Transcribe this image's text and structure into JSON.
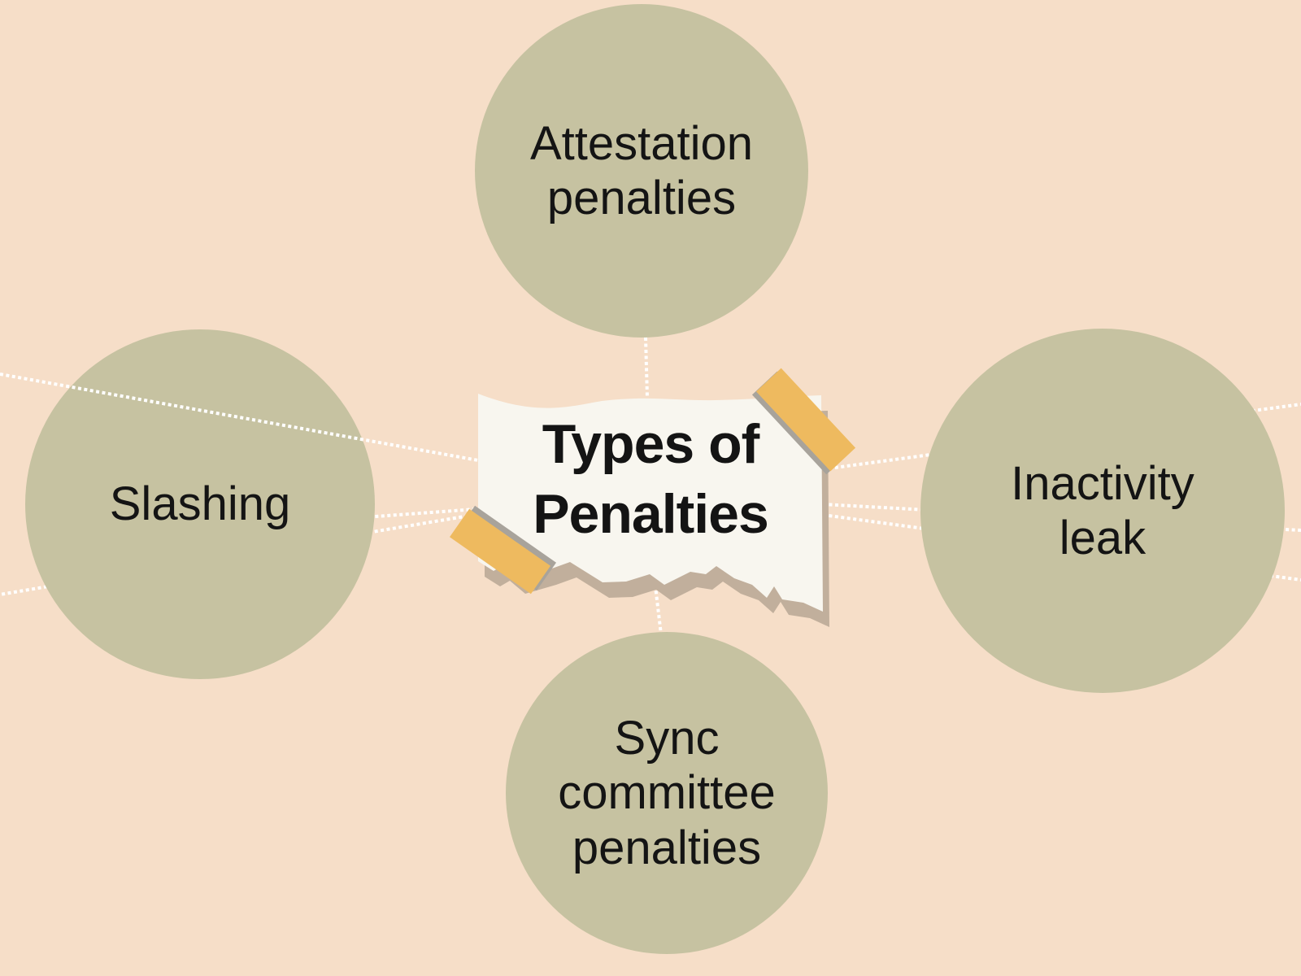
{
  "title": "Types of\nPenalties",
  "nodes": {
    "top": {
      "label": "Attestation\npenalties"
    },
    "left": {
      "label": "Slashing"
    },
    "right": {
      "label": "Inactivity\nleak"
    },
    "bottom": {
      "label": "Sync\ncommittee\npenalties"
    }
  },
  "colors": {
    "bg": "#f6dec8",
    "circle": "#c6c2a1",
    "paper": "#f8f6ef",
    "paperShadow": "#c1af9c",
    "tape": "#eeba5f",
    "tapeShadow": "#a8a39b",
    "dots": "#ffffff",
    "text": "#141414"
  }
}
